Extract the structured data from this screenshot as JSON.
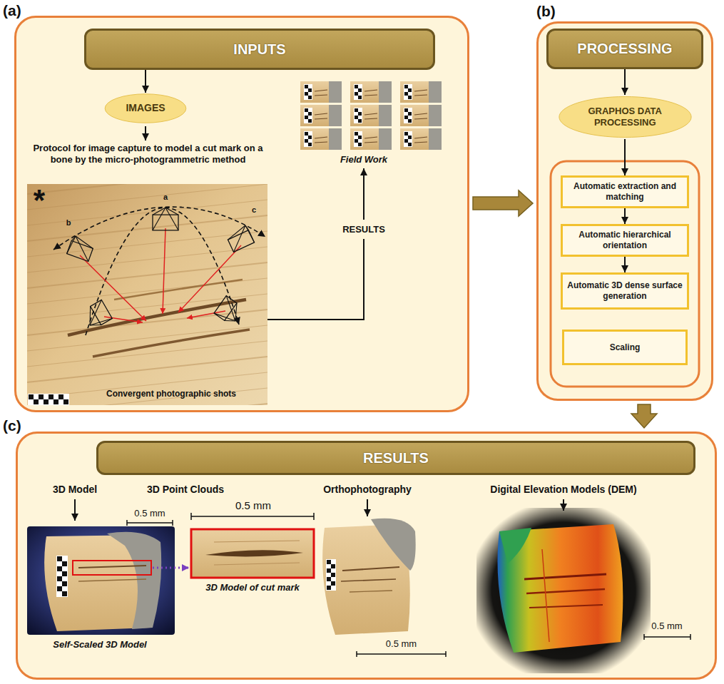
{
  "diagram": {
    "nodes": [
      {
        "text": [
          "(a)"
        ]
      },
      {
        "text": [
          "INPUTS"
        ],
        "in": 0
      },
      {
        "text": [
          "IMAGES"
        ],
        "in": 0
      },
      {
        "text": [
          "(b)"
        ]
      },
      {
        "text": [
          "PROCESSING"
        ],
        "in": 3
      },
      {
        "text": [
          "GRAPHOS DATA PROCESSING"
        ],
        "in": 3
      },
      {
        "text": [
          "Automatic extraction and matching"
        ],
        "in": 3
      },
      {
        "text": [
          "Automatic hierarchical orientation"
        ],
        "in": 3
      },
      {
        "text": [
          "Automatic 3D dense surface generation"
        ],
        "in": 3
      },
      {
        "text": [
          "Scaling"
        ],
        "in": 3
      },
      {
        "text": [
          "(c)"
        ]
      },
      {
        "text": [
          "RESULTS"
        ],
        "in": 10
      }
    ],
    "edges": [
      {
        "from": 0,
        "to": 3,
        "arrow": "to"
      },
      {
        "from": 1,
        "to": 2,
        "arrow": "to"
      },
      {
        "from": 3,
        "to": 10,
        "arrow": "to"
      },
      {
        "from": 4,
        "to": 5,
        "arrow": "to"
      },
      {
        "from": 5,
        "to": 6,
        "arrow": "to"
      },
      {
        "from": 6,
        "to": 7,
        "arrow": "to"
      },
      {
        "from": 7,
        "to": 8,
        "arrow": "to"
      }
    ],
    "labels": [
      "Protocol for image capture to model a cut mark on a bone by the micro-photogrammetric method",
      "*",
      "a",
      "b",
      "c",
      "Convergent photographic shots",
      "Field Work",
      "RESULTS",
      "3D Model",
      "3D Point Clouds",
      "Orthophotography",
      "Digital Elevation Models (DEM)",
      "0.5 mm",
      "0.5 mm",
      "Self-Scaled 3D Model",
      "3D Model of cut mark",
      "0.5 mm",
      "0.5 mm"
    ]
  }
}
